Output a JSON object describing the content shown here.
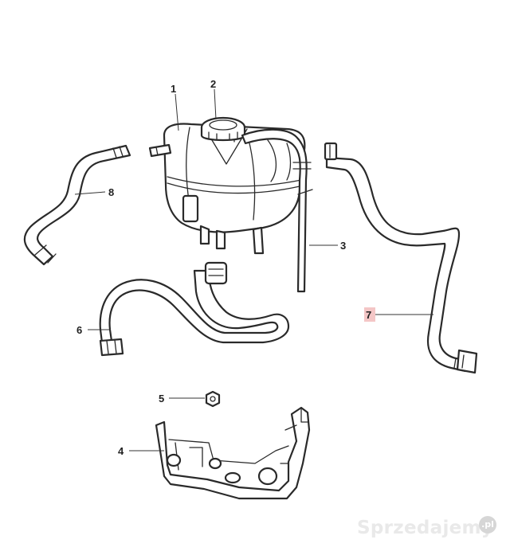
{
  "callouts": {
    "c1": "1",
    "c2": "2",
    "c3": "3",
    "c4": "4",
    "c5": "5",
    "c6": "6",
    "c7": "7",
    "c8": "8"
  },
  "highlight_color": "#f4c6c6",
  "watermark": {
    "text": "Sprzedajemy",
    "dot": ".pl"
  }
}
